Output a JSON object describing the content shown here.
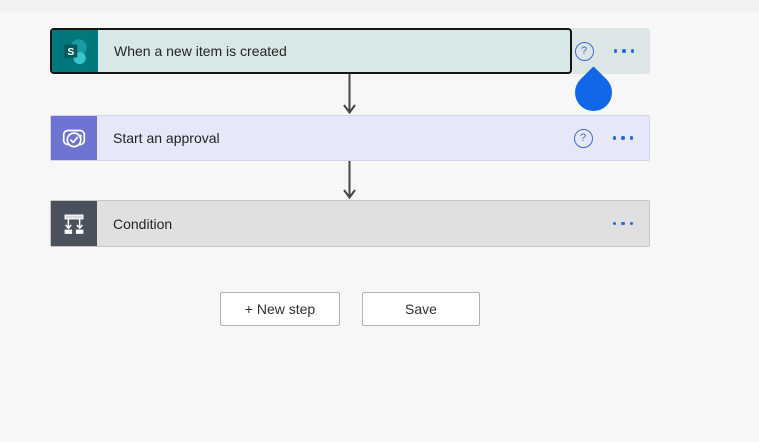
{
  "app": "flow-designer",
  "flow": {
    "steps": [
      {
        "title": "When a new item is created",
        "connector": "SharePoint",
        "icon": "sharepoint-icon",
        "icon_bg": "#03787c",
        "card_bg": "#d8e8e7",
        "side_bg": "#dce6e7",
        "selected": true,
        "has_help": true,
        "has_menu": true
      },
      {
        "title": "Start an approval",
        "connector": "Approvals",
        "icon": "approvals-icon",
        "icon_bg": "#6f73d2",
        "card_bg": "#e6e7f9",
        "selected": false,
        "has_help": true,
        "has_menu": true
      },
      {
        "title": "Condition",
        "connector": "Control",
        "icon": "condition-icon",
        "icon_bg": "#4a515c",
        "card_bg": "#e0e0e0",
        "selected": false,
        "has_help": false,
        "has_menu": true
      }
    ],
    "help_glyph": "?",
    "sharepoint_letter": "S"
  },
  "buttons": {
    "new_step": "+ New step",
    "save": "Save"
  },
  "cursor": {
    "type": "touch-indicator",
    "color": "#1267e8"
  },
  "colors": {
    "page_bg": "#f8f7f7",
    "accent_blue": "#2569e0",
    "help_blue": "#3d6bd4",
    "arrow_gray": "#484644",
    "selected_border": "#161514"
  }
}
